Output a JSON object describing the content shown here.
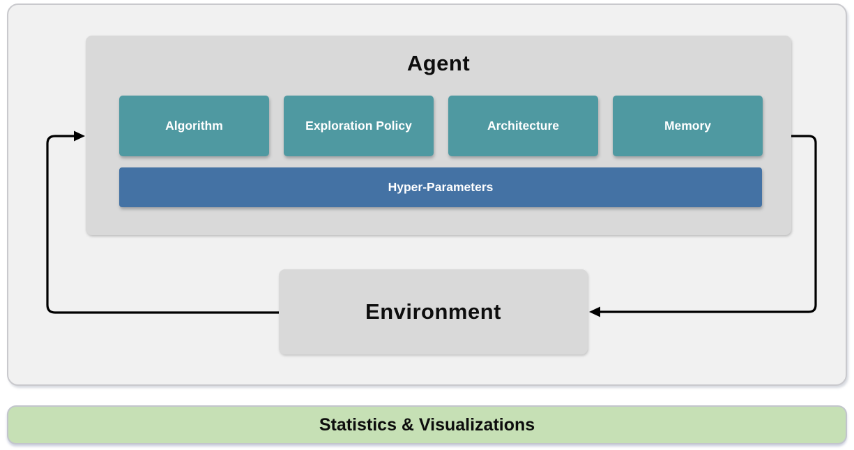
{
  "agent": {
    "title": "Agent",
    "modules": [
      {
        "label": "Algorithm"
      },
      {
        "label": "Exploration Policy"
      },
      {
        "label": "Architecture"
      },
      {
        "label": "Memory"
      }
    ],
    "hyper_parameters_label": "Hyper-Parameters"
  },
  "environment": {
    "title": "Environment"
  },
  "footer": {
    "label": "Statistics & Visualizations"
  },
  "colors": {
    "module_teal": "#4f99a1",
    "hyper_blue": "#4472a4",
    "box_gray": "#d9d9d9",
    "panel_gray": "#f1f1f1",
    "stats_green": "#c6e0b5",
    "arrow_black": "#000000"
  }
}
